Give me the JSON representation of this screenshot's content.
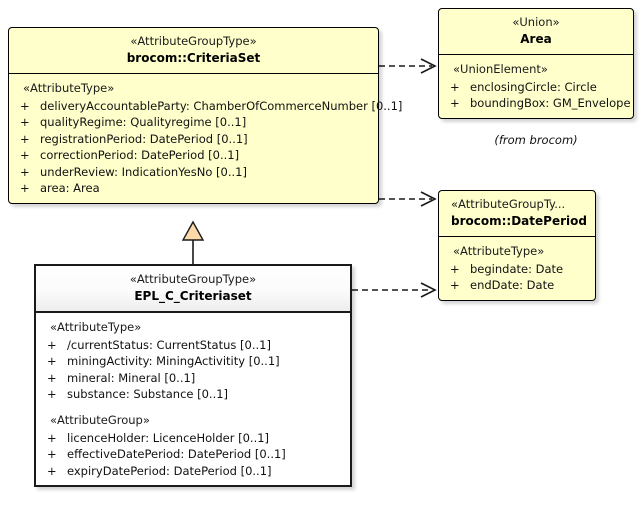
{
  "diagram": {
    "type": "uml-class-diagram",
    "background": "#ffffff",
    "class_fill": "#ffffcc",
    "class_border": "#000000",
    "generalization_fill": "#fcd9a8"
  },
  "classes": {
    "criteria_set": {
      "stereotype": "«AttributeGroupType»",
      "name": "brocom::CriteriaSet",
      "sections": [
        {
          "group": "«AttributeType»",
          "attributes": [
            {
              "visibility": "+",
              "text": "deliveryAccountableParty: ChamberOfCommerceNumber [0..1]"
            },
            {
              "visibility": "+",
              "text": "qualityRegime: Qualityregime [0..1]"
            },
            {
              "visibility": "+",
              "text": "registrationPeriod: DatePeriod [0..1]"
            },
            {
              "visibility": "+",
              "text": "correctionPeriod: DatePeriod [0..1]"
            },
            {
              "visibility": "+",
              "text": "underReview: IndicationYesNo [0..1]"
            },
            {
              "visibility": "+",
              "text": "area: Area"
            }
          ]
        }
      ]
    },
    "area": {
      "stereotype": "«Union»",
      "name": "Area",
      "note": "(from brocom)",
      "sections": [
        {
          "group": "«UnionElement»",
          "attributes": [
            {
              "visibility": "+",
              "text": "enclosingCircle: Circle"
            },
            {
              "visibility": "+",
              "text": "boundingBox: GM_Envelope"
            }
          ]
        }
      ]
    },
    "date_period": {
      "stereotype": "«AttributeGroupTy...",
      "name": "brocom::DatePeriod",
      "sections": [
        {
          "group": "«AttributeType»",
          "attributes": [
            {
              "visibility": "+",
              "text": "begindate: Date"
            },
            {
              "visibility": "+",
              "text": "endDate: Date"
            }
          ]
        }
      ]
    },
    "epl_criteriaset": {
      "stereotype": "«AttributeGroupType»",
      "name": "EPL_C_Criteriaset",
      "sections": [
        {
          "group": "«AttributeType»",
          "attributes": [
            {
              "visibility": "+",
              "text": "/currentStatus: CurrentStatus [0..1]"
            },
            {
              "visibility": "+",
              "text": "miningActivity: MiningActivitity [0..1]"
            },
            {
              "visibility": "+",
              "text": "mineral: Mineral [0..1]"
            },
            {
              "visibility": "+",
              "text": "substance: Substance [0..1]"
            }
          ]
        },
        {
          "group": "«AttributeGroup»",
          "attributes": [
            {
              "visibility": "+",
              "text": "licenceHolder: LicenceHolder [0..1]"
            },
            {
              "visibility": "+",
              "text": "effectiveDatePeriod: DatePeriod [0..1]"
            },
            {
              "visibility": "+",
              "text": "expiryDatePeriod: DatePeriod [0..1]"
            }
          ]
        }
      ]
    }
  },
  "relationships": [
    {
      "id": "criteriaset-to-area",
      "kind": "dependency",
      "style": "dashed-open-arrow",
      "from": "brocom::CriteriaSet",
      "to": "Area"
    },
    {
      "id": "criteriaset-to-dateperiod",
      "kind": "dependency",
      "style": "dashed-open-arrow",
      "from": "brocom::CriteriaSet",
      "to": "brocom::DatePeriod"
    },
    {
      "id": "epl-to-dateperiod",
      "kind": "dependency",
      "style": "dashed-open-arrow",
      "from": "EPL_C_Criteriaset",
      "to": "brocom::DatePeriod"
    },
    {
      "id": "epl-generalizes-criteriaset",
      "kind": "generalization",
      "style": "solid-hollow-triangle",
      "from": "EPL_C_Criteriaset",
      "to": "brocom::CriteriaSet"
    }
  ]
}
